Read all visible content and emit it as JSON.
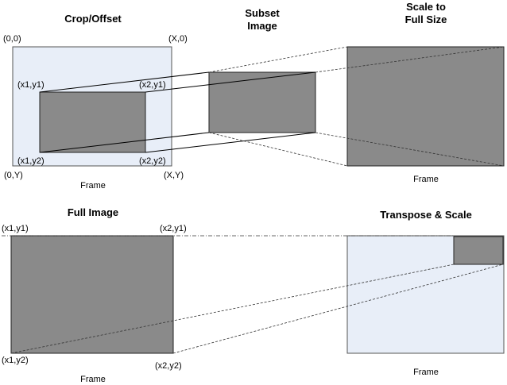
{
  "titles": {
    "crop_offset": "Crop/Offset",
    "subset_line1": "Subset",
    "subset_line2": "Image",
    "scale_line1": "Scale to",
    "scale_line2": "Full Size",
    "full_image": "Full Image",
    "transpose": "Transpose & Scale"
  },
  "captions": {
    "frame": "Frame"
  },
  "crop_panel": {
    "corner_tl": "(0,0)",
    "corner_tr": "(X,0)",
    "corner_bl": "(0,Y)",
    "corner_br": "(X,Y)",
    "sub_tl": "(x1,y1)",
    "sub_tr": "(x2,y1)",
    "sub_bl": "(x1,y2)",
    "sub_br": "(x2,y2)"
  },
  "full_panel": {
    "corner_tl": "(x1,y1)",
    "corner_tr": "(x2,y1)",
    "corner_bl": "(x1,y2)",
    "corner_br": "(x2,y2)"
  },
  "colors": {
    "frame_fill": "#e8eef8",
    "image_fill": "#8a8a8a",
    "outline": "#222222"
  }
}
